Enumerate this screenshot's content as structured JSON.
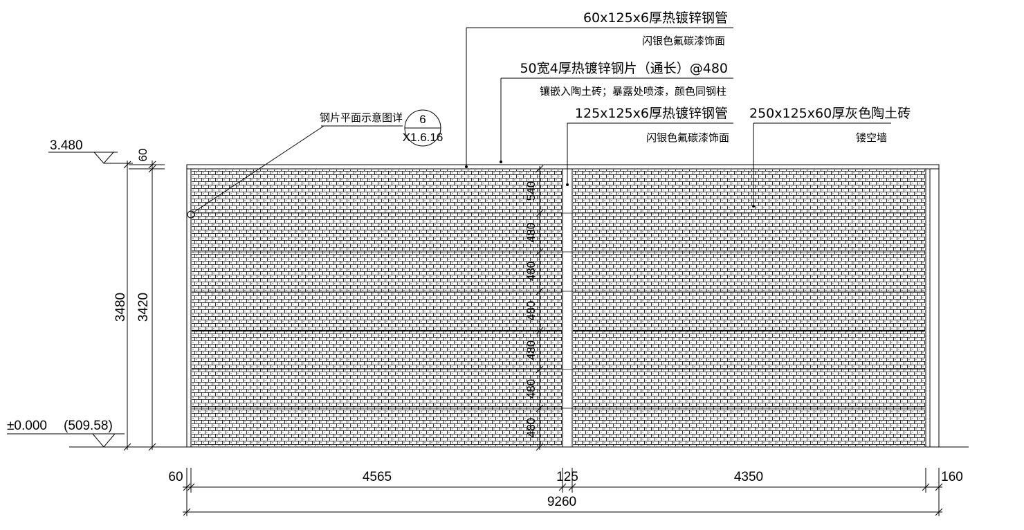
{
  "levels": {
    "top": "3.480",
    "ground": "±0.000",
    "ground_abs": "(509.58)"
  },
  "vertical_dims": {
    "top_gap": "60",
    "total": "3480",
    "panel": "3420",
    "courses": [
      "540",
      "480",
      "480",
      "480",
      "480",
      "480",
      "480"
    ]
  },
  "horizontal_dims": {
    "left_post": "60",
    "left_panel": "4565",
    "mid_post": "125",
    "right_panel": "4350",
    "right_post": "160",
    "overall": "9260"
  },
  "callouts": {
    "c1": {
      "line1": "60x125x6厚热镀锌钢管",
      "line2": "闪银色氟碳漆饰面"
    },
    "c2": {
      "line1": "50宽4厚热镀锌钢片（通长）@480",
      "line2": "镶嵌入陶土砖；暴露处喷漆，颜色同钢柱"
    },
    "c3": {
      "line1": "125x125x6厚热镀锌钢管",
      "line2": "闪银色氟碳漆饰面"
    },
    "c4": {
      "line1": "250x125x60厚灰色陶土砖",
      "line2": "镂空墙"
    }
  },
  "detail_ref": {
    "label": "钢片平面示意图详",
    "number": "6",
    "sheet": "X1.6.16"
  }
}
